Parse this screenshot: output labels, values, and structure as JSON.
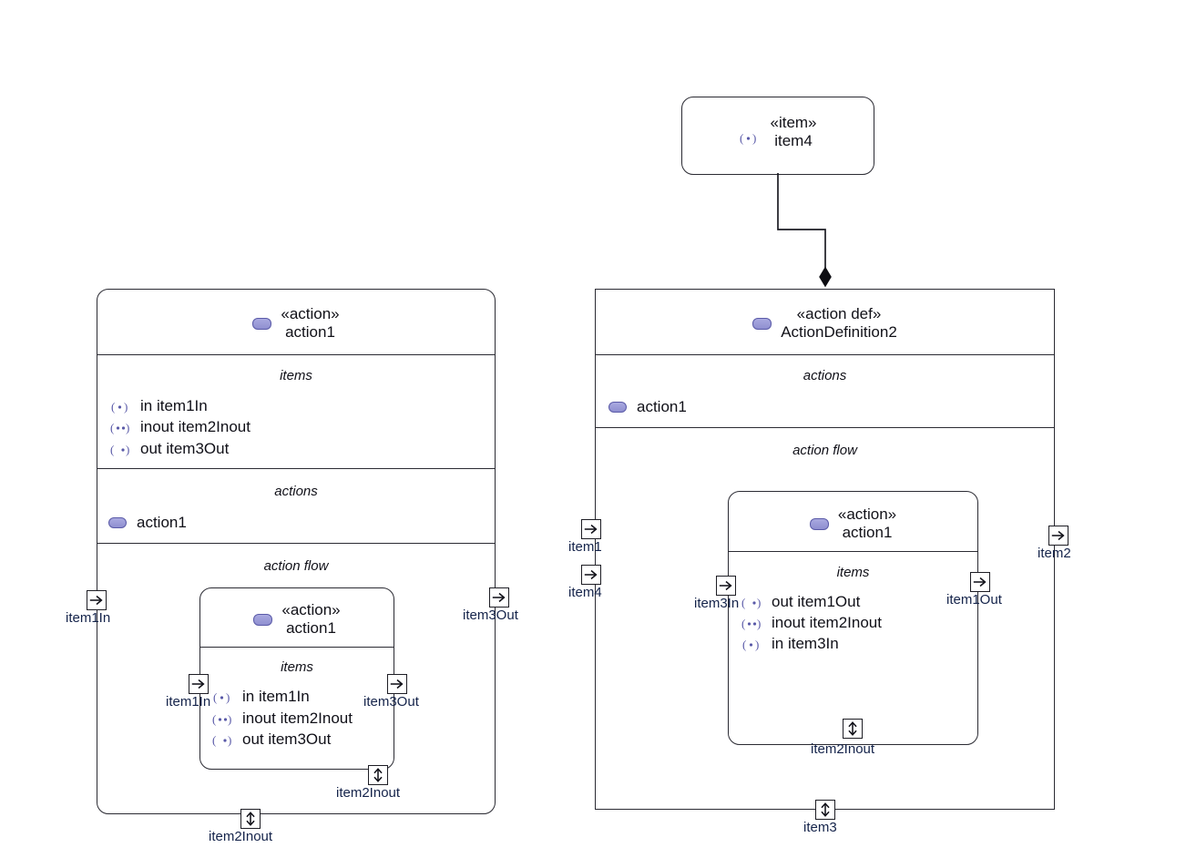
{
  "diagram": {
    "type": "SysML v2 action usage / action definition diagram",
    "icons": {
      "action": "action-icon",
      "in": "direction-in-icon",
      "out": "direction-out-icon",
      "inout": "direction-inout-icon",
      "port_arrow": "port-arrow-icon",
      "port_bidir": "port-bidirectional-icon",
      "composition": "composition-diamond"
    },
    "colors": {
      "stroke": "#2b2b33",
      "action_fill": "#9b9bd8",
      "action_stroke": "#5a5aa8",
      "label_text": "#14234a",
      "body_text": "#101018"
    }
  },
  "item4_block": {
    "keyword": "«item»",
    "name": "item4",
    "direction_icon": "in"
  },
  "action1_block": {
    "keyword": "«action»",
    "name": "action1",
    "compartments": {
      "items_caption": "items",
      "actions_caption": "actions",
      "flow_caption": "action flow"
    },
    "items": [
      {
        "dir": "in",
        "text": "in item1In"
      },
      {
        "dir": "inout",
        "text": "inout item2Inout"
      },
      {
        "dir": "out",
        "text": "out item3Out"
      }
    ],
    "actions": [
      {
        "name": "action1"
      }
    ],
    "nested": {
      "keyword": "«action»",
      "name": "action1",
      "items_caption": "items",
      "items": [
        {
          "dir": "in",
          "text": "in item1In"
        },
        {
          "dir": "inout",
          "text": "inout item2Inout"
        },
        {
          "dir": "out",
          "text": "out item3Out"
        }
      ],
      "ports": [
        {
          "name": "item1In",
          "icon": "port_arrow",
          "side": "left"
        },
        {
          "name": "item3Out",
          "icon": "port_arrow",
          "side": "right"
        },
        {
          "name": "item2Inout",
          "icon": "port_bidir",
          "side": "bottom"
        }
      ]
    },
    "ports": [
      {
        "name": "item1In",
        "icon": "port_arrow",
        "side": "left"
      },
      {
        "name": "item3Out",
        "icon": "port_arrow",
        "side": "right"
      },
      {
        "name": "item2Inout",
        "icon": "port_bidir",
        "side": "bottom"
      }
    ]
  },
  "actiondef2_block": {
    "keyword": "«action def»",
    "name": "ActionDefinition2",
    "compartments": {
      "actions_caption": "actions",
      "flow_caption": "action flow"
    },
    "actions": [
      {
        "name": "action1"
      }
    ],
    "nested": {
      "keyword": "«action»",
      "name": "action1",
      "items_caption": "items",
      "items": [
        {
          "dir": "out",
          "text": "out item1Out"
        },
        {
          "dir": "inout",
          "text": "inout item2Inout"
        },
        {
          "dir": "in",
          "text": "in item3In"
        }
      ],
      "ports": [
        {
          "name": "item3In",
          "icon": "port_arrow",
          "side": "left"
        },
        {
          "name": "item1Out",
          "icon": "port_arrow",
          "side": "right"
        },
        {
          "name": "item2Inout",
          "icon": "port_bidir",
          "side": "bottom"
        }
      ]
    },
    "ports": [
      {
        "name": "item1",
        "icon": "port_arrow",
        "side": "left"
      },
      {
        "name": "item4",
        "icon": "port_arrow",
        "side": "left"
      },
      {
        "name": "item2",
        "icon": "port_arrow",
        "side": "right"
      },
      {
        "name": "item3",
        "icon": "port_bidir",
        "side": "bottom"
      }
    ]
  },
  "connector": {
    "kind": "composition",
    "from": "item4",
    "to": "ActionDefinition2",
    "end_marker": "filled-diamond"
  }
}
